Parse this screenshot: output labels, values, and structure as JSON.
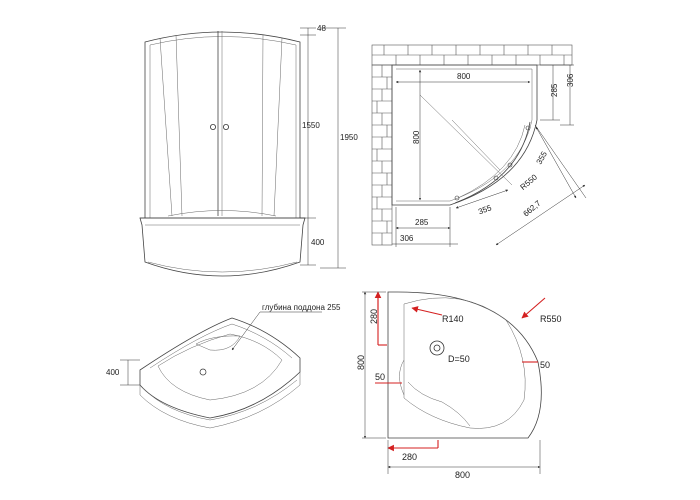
{
  "front_view": {
    "dim_top": "48",
    "dim_cabin": "1550",
    "dim_total": "1950",
    "dim_tray": "400"
  },
  "plan_view": {
    "dim_width": "800",
    "dim_depth": "800",
    "dim_285_right": "285",
    "dim_306_right": "306",
    "dim_355_right": "355",
    "dim_r550": "R550",
    "dim_355_bottom": "355",
    "dim_diag": "662,7",
    "dim_285_bottom": "285",
    "dim_306_bottom": "306"
  },
  "tray_3d": {
    "depth_label": "глубина поддона 255",
    "height": "400"
  },
  "tray_plan": {
    "dim_280_top": "280",
    "r140": "R140",
    "r550": "R550",
    "drain": "D=50",
    "dim_50_left": "50",
    "dim_50_right": "50",
    "dim_800_left": "800",
    "dim_280_bottom": "280",
    "dim_800_bottom": "800"
  }
}
